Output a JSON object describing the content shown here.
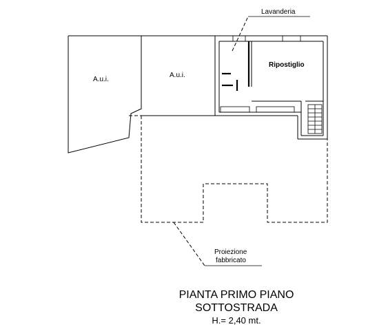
{
  "rooms": {
    "aui_left": "A.u.i.",
    "aui_center": "A.u.i.",
    "ripostiglio": "Ripostiglio",
    "lavanderia": "Lavanderia"
  },
  "notes": {
    "projection_line1": "Proiezione",
    "projection_line2": "fabbricato"
  },
  "title": {
    "line1": "PIANTA PRIMO PIANO",
    "line2": "SOTTOSTRADA",
    "height": "H.= 2,40 mt."
  }
}
